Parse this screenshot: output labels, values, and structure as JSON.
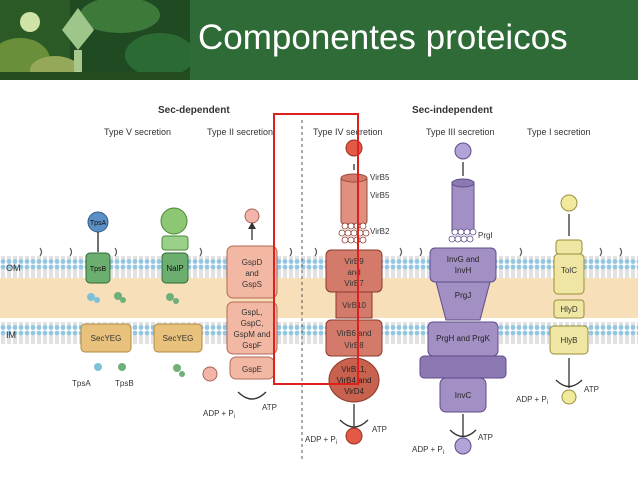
{
  "slide": {
    "title": "Componentes proteicos"
  },
  "diagram": {
    "group_labels": {
      "sec_dependent": "Sec-dependent",
      "sec_independent": "Sec-independent"
    },
    "secretion_types": {
      "type5": "Type V secretion",
      "type2": "Type II secretion",
      "type4": "Type IV secretion",
      "type3": "Type III secretion",
      "type1": "Type I secretion"
    },
    "membranes": {
      "om": "OM",
      "im": "IM"
    },
    "type5": {
      "tpsA_top": "TpsA",
      "tpsB_barrel": "TpsB",
      "secYEG": "SecYEG",
      "tpsA_bottom": "TpsA",
      "tpsB_bottom": "TpsB"
    },
    "nalp": {
      "barrel": "NalP",
      "secYEG": "SecYEG"
    },
    "type2": {
      "gspD": [
        "GspD",
        "and",
        "GspS"
      ],
      "gspL": [
        "GspL,",
        "GspC,",
        "GspM and",
        "GspF"
      ],
      "gspE": "GspE",
      "adp": "ADP + P",
      "adp_sub": "i",
      "atp": "ATP"
    },
    "type4": {
      "virB5a": "VirB5",
      "virB5b": "VirB5",
      "virB2": "VirB2",
      "virB9": [
        "VirB9",
        "and",
        "VirB7"
      ],
      "virB10": "VirB10",
      "virB6": [
        "VirB6 and",
        "VirB8"
      ],
      "virB11": [
        "VirB11,",
        "VirB4 and",
        "VirD4"
      ],
      "adp": "ADP + P",
      "adp_sub": "i",
      "atp": "ATP"
    },
    "type3": {
      "prgI": "PrgI",
      "invG": [
        "InvG and",
        "InvH"
      ],
      "prgJ": "PrgJ",
      "prgH": "PrgH and PrgK",
      "invC": "InvC",
      "adp": "ADP + P",
      "adp_sub": "i",
      "atp": "ATP"
    },
    "type1": {
      "tolC": "TolC",
      "hlyD": "HlyD",
      "hlyB": "HlyB",
      "adp": "ADP + P",
      "adp_sub": "i",
      "atp": "ATP"
    },
    "colors": {
      "header_green": "#2f6b36",
      "highlight_red": "#e0201e",
      "membrane_peach": "#f7dfb9",
      "type4_red": "#d47a6a",
      "type3_purple": "#a28fc4",
      "type1_yellow": "#efe6a3",
      "secYEG_orange": "#e8c27c",
      "green_protein": "#86c47e"
    }
  }
}
